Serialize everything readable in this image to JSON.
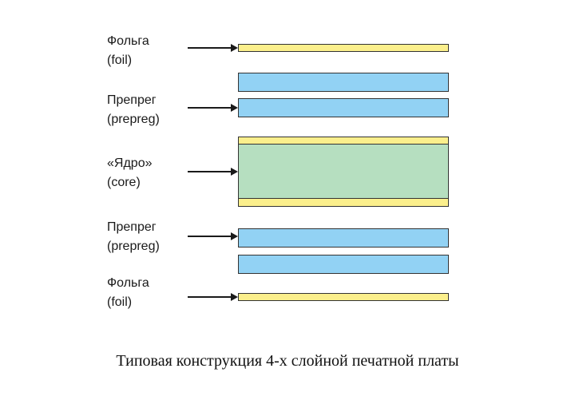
{
  "colors": {
    "foil": "#fbef8c",
    "prepreg": "#92d2f4",
    "core": "#b6dfc0",
    "outline": "#333333"
  },
  "labels": {
    "foil_top": {
      "line1": "Фольга",
      "line2": "(foil)"
    },
    "prepreg_top": {
      "line1": "Препрег",
      "line2": "(prepreg)"
    },
    "core": {
      "line1": "«Ядро»",
      "line2": "(core)"
    },
    "prepreg_bottom": {
      "line1": "Препрег",
      "line2": "(prepreg)"
    },
    "foil_bottom": {
      "line1": "Фольга",
      "line2": "(foil)"
    }
  },
  "caption": "Типовая конструкция 4-х слойной печатной платы"
}
